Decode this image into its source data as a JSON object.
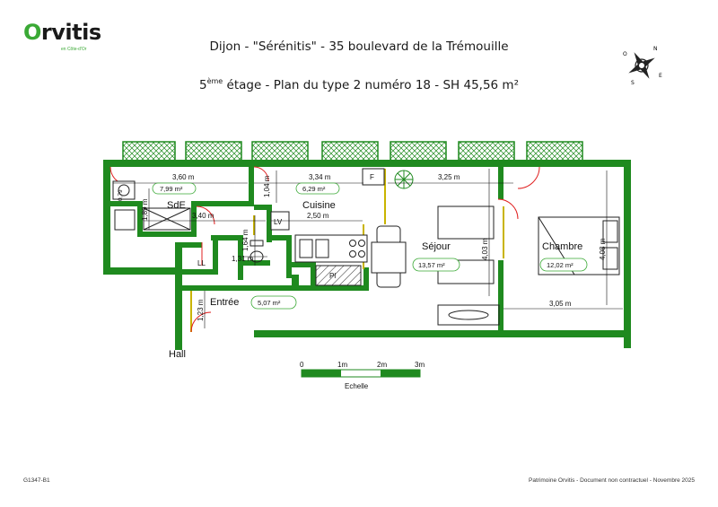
{
  "header": {
    "logo_text": "rvitis",
    "logo_letter": "O",
    "logo_sub": "en Côte-d'Or",
    "title_line1": "Dijon - \"Sérénitis\" - 35 boulevard de la Trémouille",
    "title_line2_prefix": "5",
    "title_line2_sup": "ème",
    "title_line2_rest": " étage - Plan du type 2 numéro 18 - SH 45,56 m²"
  },
  "compass": {
    "n": "N",
    "s": "S",
    "e": "E",
    "o": "O"
  },
  "rooms": {
    "sde": {
      "label": "SdE",
      "area": "7,99 m²"
    },
    "cuisine": {
      "label": "Cuisine",
      "area": "6,29 m²"
    },
    "sejour": {
      "label": "Séjour",
      "area": "13,57 m²"
    },
    "chambre": {
      "label": "Chambre",
      "area": "12,02 m²"
    },
    "entree": {
      "label": "Entrée",
      "area": "5,07 m²"
    },
    "hall": {
      "label": "Hall"
    },
    "ll": "LL",
    "lv": "LV",
    "pl": "Pl",
    "f": "F"
  },
  "dimensions": {
    "d360": "3,60 m",
    "d334": "3,34 m",
    "d325": "3,25 m",
    "d340": "3,40 m",
    "d250": "2,50 m",
    "d305": "3,05 m",
    "d131": "1,31 m",
    "v104": "1,04 m",
    "v189": "1,89 m",
    "v164": "1,64 m",
    "v123": "1,23 m",
    "v403": "4,03 m",
    "v408": "4,08 m",
    "v079": "0,79"
  },
  "scale": {
    "t0": "0",
    "t1": "1m",
    "t2": "2m",
    "t3": "3m",
    "label": "Echelle"
  },
  "footer": {
    "ref": "G1347-B1",
    "note": "Patrimoine Orvitis - Document non contractuel - Novembre 2025"
  },
  "colors": {
    "wall": "#1f8a1f",
    "balcony_fill": "#e8f5e8",
    "brand_green": "#3aa935",
    "door_yellow": "#c9b400",
    "door_red": "#e02020"
  }
}
